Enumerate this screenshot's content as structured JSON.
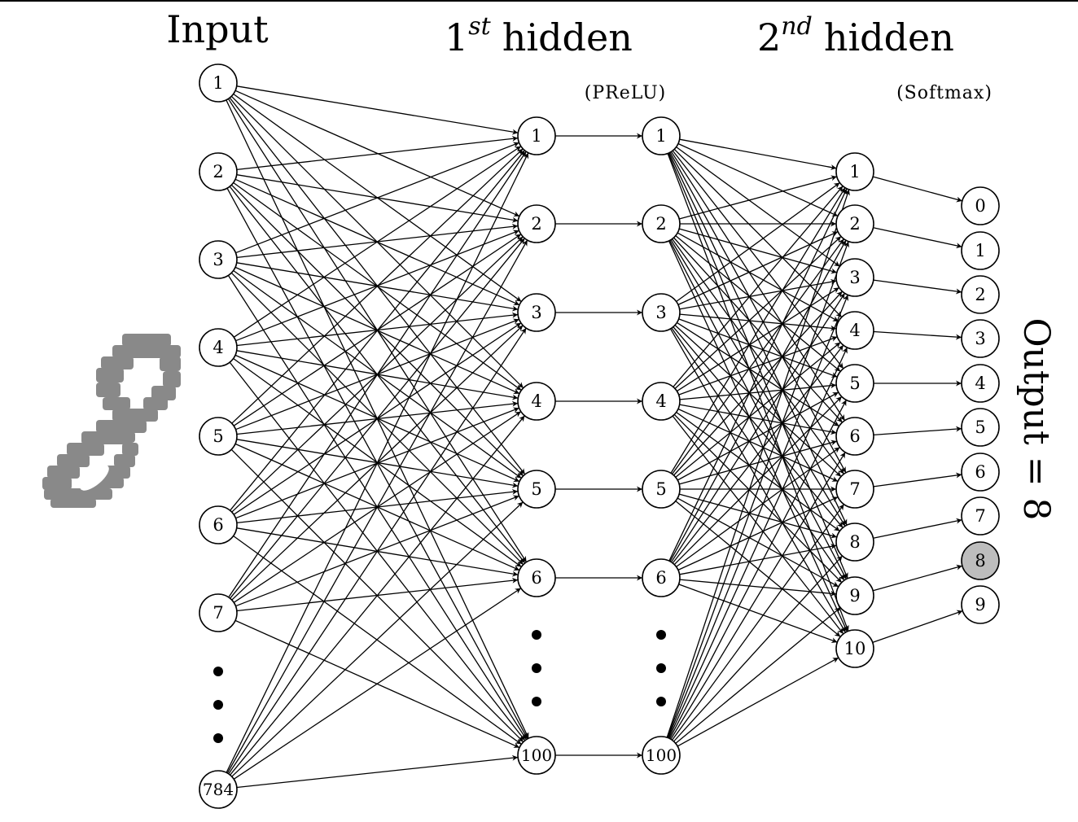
{
  "diagram": {
    "titles": {
      "input": "Input",
      "hidden1_base": "1",
      "hidden1_sup": "st",
      "hidden1_word": "hidden",
      "hidden2_base": "2",
      "hidden2_sup": "nd",
      "hidden2_word": "hidden"
    },
    "activations": {
      "hidden1": "(PReLU)",
      "hidden2": "(Softmax)"
    },
    "output_label": "Output = 8",
    "input_layer": {
      "labels": [
        "1",
        "2",
        "3",
        "4",
        "5",
        "6",
        "7",
        "784"
      ]
    },
    "hidden1_pre": {
      "labels": [
        "1",
        "2",
        "3",
        "4",
        "5",
        "6",
        "100"
      ]
    },
    "hidden1_post": {
      "labels": [
        "1",
        "2",
        "3",
        "4",
        "5",
        "6",
        "100"
      ]
    },
    "hidden2": {
      "labels": [
        "1",
        "2",
        "3",
        "4",
        "5",
        "6",
        "7",
        "8",
        "9",
        "10"
      ]
    },
    "output_layer": {
      "labels": [
        "0",
        "1",
        "2",
        "3",
        "4",
        "5",
        "6",
        "7",
        "8",
        "9"
      ],
      "highlighted": "8",
      "highlight_color": "#bdbdbd"
    },
    "digit_image": {
      "depicts": "8",
      "color": "#808080"
    }
  }
}
